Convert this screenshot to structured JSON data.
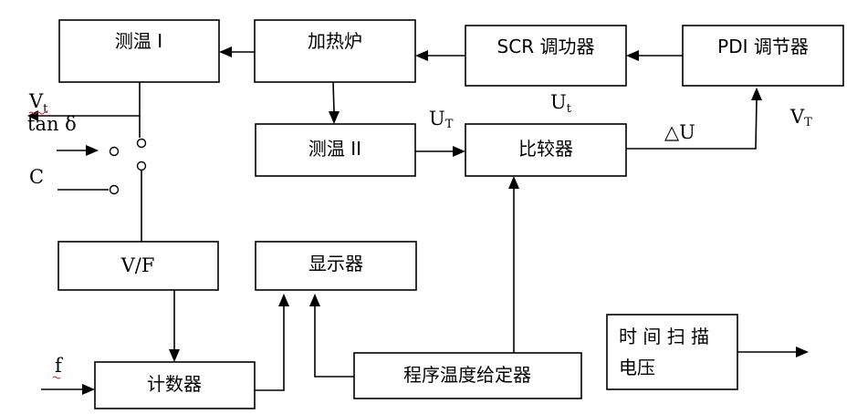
{
  "blocks": {
    "temp1": "测温 I",
    "furnace": "加热炉",
    "scr": "SCR 调功器",
    "pdi": "PDI 调节器",
    "temp2": "测温 II",
    "comparator": "比较器",
    "vf": "V/F",
    "display": "显示器",
    "counter": "计数器",
    "program": "程序温度给定器",
    "scan_line1": "时 间 扫 描",
    "scan_line2": "电压"
  },
  "labels": {
    "vt_main": "V",
    "vt_sub": "t",
    "tan_delta": "tan δ",
    "c": "C",
    "f": "f",
    "ut_lower_main": "U",
    "ut_lower_sub": "t",
    "ut_upper_main": "U",
    "ut_upper_sub": "T",
    "delta_u": "△U",
    "vT_main": "V",
    "vT_sub": "T"
  },
  "colors": {
    "line": "#000000",
    "background": "#ffffff"
  }
}
